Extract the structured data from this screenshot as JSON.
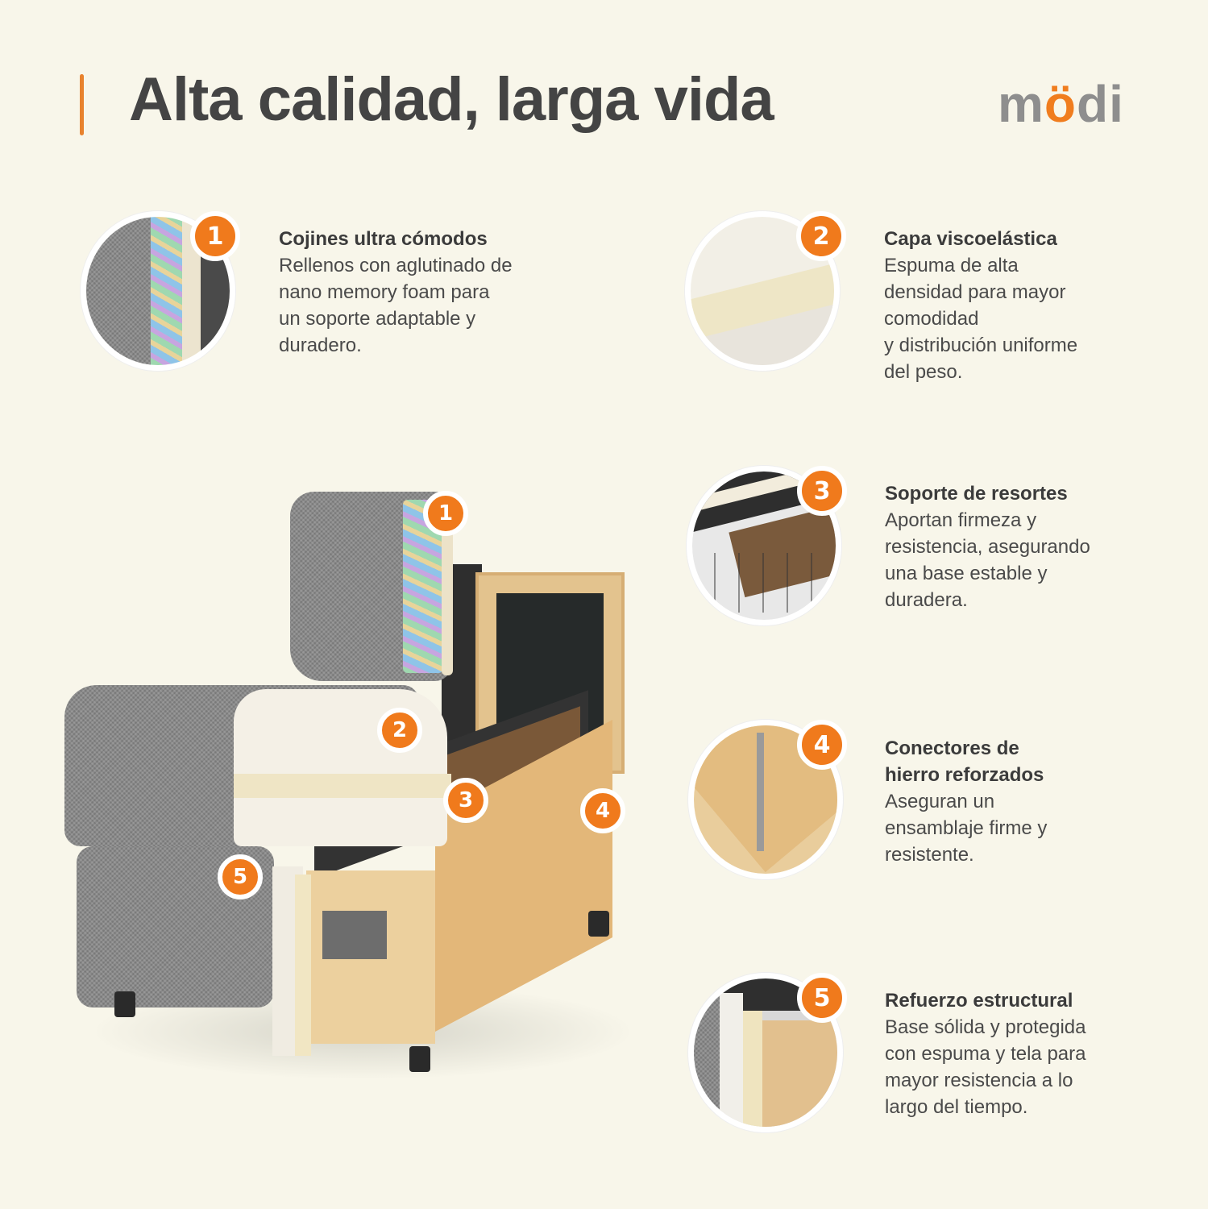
{
  "header": {
    "title": "Alta calidad, larga vida",
    "logo": {
      "prefix": "m",
      "accent": "ö",
      "suffix": "di"
    }
  },
  "colors": {
    "background": "#f8f6ea",
    "accent": "#f07a1c",
    "title": "#444444",
    "logo_gray": "#8e8e8e"
  },
  "features": [
    {
      "number": "1",
      "title": "Cojines ultra cómodos",
      "description": "Rellenos con aglutinado de\nnano memory foam para\nun soporte adaptable y\nduradero.",
      "image": "cushion-filling-closeup"
    },
    {
      "number": "2",
      "title": "Capa viscoelástica",
      "description": "Espuma de alta\ndensidad para mayor\ncomodidad\ny distribución uniforme\ndel peso.",
      "image": "memory-foam-layer-closeup"
    },
    {
      "number": "3",
      "title": "Soporte de resortes",
      "description": "Aportan firmeza y\nresistencia, asegurando\nuna base estable y\nduradera.",
      "image": "springs-closeup"
    },
    {
      "number": "4",
      "title": "Conectores de\nhierro reforzados",
      "description": "Aseguran un\nensamblaje firme y\nresistente.",
      "image": "iron-connector-closeup"
    },
    {
      "number": "5",
      "title": "Refuerzo estructural",
      "description": "Base sólida y protegida\ncon espuma y tela para\nmayor resistencia a lo\nlargo del tiempo.",
      "image": "structural-reinforcement-closeup"
    }
  ],
  "illustration": {
    "subject": "sofa-module-cutaway",
    "callouts": [
      "1",
      "2",
      "3",
      "4",
      "5"
    ]
  }
}
